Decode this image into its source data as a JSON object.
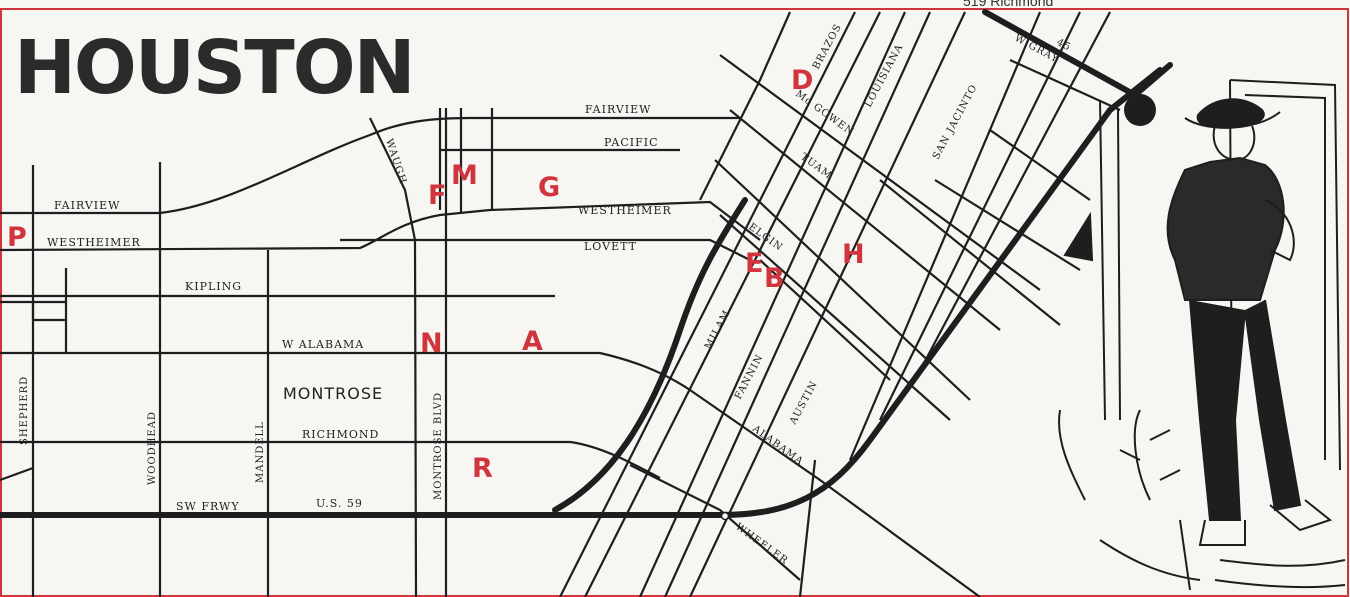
{
  "title": "HOUSTON",
  "top_note": "519 Richmond",
  "district": "MONTROSE",
  "colors": {
    "frame": "#d0353e",
    "marker": "#d0353e",
    "ink": "#1e1e1e",
    "paper": "#f7f6f3"
  },
  "streets": {
    "fairview_e": "FAIRVIEW",
    "pacific": "PACIFIC",
    "fairview_w": "FAIRVIEW",
    "westheimer_e": "WESTHEIMER",
    "westheimer_w": "WESTHEIMER",
    "lovett": "LOVETT",
    "kipling": "KIPLING",
    "w_alabama": "W ALABAMA",
    "richmond": "RICHMOND",
    "sw_frwy": "SW FRWY",
    "us59": "U.S. 59",
    "shepherd": "SHEPHERD",
    "woodhead": "WOODHEAD",
    "mandell": "MANDELL",
    "montrose_blvd": "MONTROSE BLVD",
    "waugh": "WAUGH",
    "brazos": "BRAZOS",
    "louisiana": "LOUISIANA",
    "mcgowen": "Mc GOWEN",
    "tuam": "TUAM",
    "elgin": "ELGIN",
    "san_jacinto": "SAN JACINTO",
    "w_gray": "W GRAY",
    "i45": "45",
    "milam": "MILAM",
    "fannin": "FANNIN",
    "austin": "AUSTIN",
    "alabama": "ALABAMA",
    "wheeler": "WHEELER"
  },
  "markers": {
    "D": "D",
    "M": "M",
    "F": "F",
    "G": "G",
    "P": "P",
    "H": "H",
    "E": "E",
    "B": "B",
    "N": "N",
    "A": "A",
    "R": "R"
  },
  "illustration": "cowboy-leaning-on-door"
}
